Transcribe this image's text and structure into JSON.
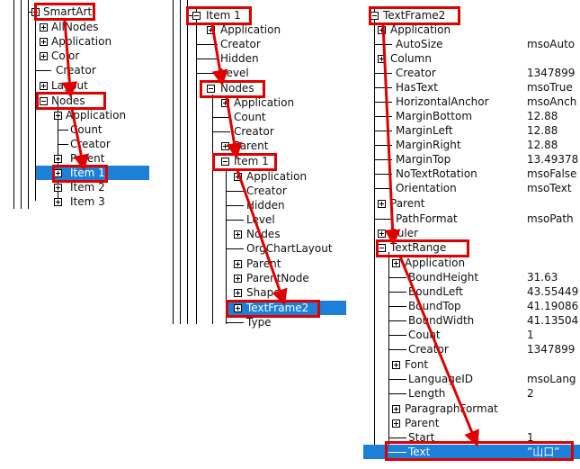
{
  "panel1": {
    "rows": [
      {
        "label": "SmartArt",
        "icon": "minus"
      },
      {
        "label": "AllNodes",
        "icon": "plus"
      },
      {
        "label": "Application",
        "icon": "plus"
      },
      {
        "label": "Color",
        "icon": "plus"
      },
      {
        "label": "Creator",
        "icon": "none"
      },
      {
        "label": "Layout",
        "icon": "plus"
      },
      {
        "label": "Nodes",
        "icon": "minus"
      },
      {
        "label": "Application",
        "icon": "plus"
      },
      {
        "label": "Count",
        "icon": "none"
      },
      {
        "label": "Creator",
        "icon": "none"
      },
      {
        "label": "Parent",
        "icon": "plus"
      },
      {
        "label": "Item 1",
        "icon": "plus"
      },
      {
        "label": "Item 2",
        "icon": "plus"
      },
      {
        "label": "Item 3",
        "icon": "plus"
      }
    ]
  },
  "panel2": {
    "rows": [
      {
        "label": "Item 1",
        "icon": "minus"
      },
      {
        "label": "Application",
        "icon": "plus"
      },
      {
        "label": "Creator",
        "icon": "none"
      },
      {
        "label": "Hidden",
        "icon": "none"
      },
      {
        "label": "Level",
        "icon": "none"
      },
      {
        "label": "Nodes",
        "icon": "minus"
      },
      {
        "label": "Application",
        "icon": "plus"
      },
      {
        "label": "Count",
        "icon": "none"
      },
      {
        "label": "Creator",
        "icon": "none"
      },
      {
        "label": "Parent",
        "icon": "plus"
      },
      {
        "label": "Item 1",
        "icon": "minus"
      },
      {
        "label": "Application",
        "icon": "plus"
      },
      {
        "label": "Creator",
        "icon": "none"
      },
      {
        "label": "Hidden",
        "icon": "none"
      },
      {
        "label": "Level",
        "icon": "none"
      },
      {
        "label": "Nodes",
        "icon": "plus"
      },
      {
        "label": "OrgChartLayout",
        "icon": "none"
      },
      {
        "label": "Parent",
        "icon": "plus"
      },
      {
        "label": "ParentNode",
        "icon": "plus"
      },
      {
        "label": "Shapes",
        "icon": "plus"
      },
      {
        "label": "TextFrame2",
        "icon": "plus"
      },
      {
        "label": "Type",
        "icon": "none"
      }
    ]
  },
  "panel3": {
    "rows": [
      {
        "label": "TextFrame2",
        "icon": "minus",
        "value": ""
      },
      {
        "label": "Application",
        "icon": "plus",
        "value": ""
      },
      {
        "label": "AutoSize",
        "icon": "none",
        "value": "msoAuto"
      },
      {
        "label": "Column",
        "icon": "plus",
        "value": ""
      },
      {
        "label": "Creator",
        "icon": "none",
        "value": "1347899"
      },
      {
        "label": "HasText",
        "icon": "none",
        "value": "msoTrue"
      },
      {
        "label": "HorizontalAnchor",
        "icon": "none",
        "value": "msoAnch"
      },
      {
        "label": "MarginBottom",
        "icon": "none",
        "value": "12.88"
      },
      {
        "label": "MarginLeft",
        "icon": "none",
        "value": "12.88"
      },
      {
        "label": "MarginRight",
        "icon": "none",
        "value": "12.88"
      },
      {
        "label": "MarginTop",
        "icon": "none",
        "value": "13.49378"
      },
      {
        "label": "NoTextRotation",
        "icon": "none",
        "value": "msoFalse"
      },
      {
        "label": "Orientation",
        "icon": "none",
        "value": "msoText"
      },
      {
        "label": "Parent",
        "icon": "plus",
        "value": ""
      },
      {
        "label": "PathFormat",
        "icon": "none",
        "value": "msoPath"
      },
      {
        "label": "Ruler",
        "icon": "plus",
        "value": ""
      },
      {
        "label": "TextRange",
        "icon": "minus",
        "value": ""
      },
      {
        "label": "Application",
        "icon": "plus",
        "value": ""
      },
      {
        "label": "BoundHeight",
        "icon": "none",
        "value": "31.63"
      },
      {
        "label": "BoundLeft",
        "icon": "none",
        "value": "43.55449"
      },
      {
        "label": "BoundTop",
        "icon": "none",
        "value": "41.19086"
      },
      {
        "label": "BoundWidth",
        "icon": "none",
        "value": "41.13504"
      },
      {
        "label": "Count",
        "icon": "none",
        "value": "1"
      },
      {
        "label": "Creator",
        "icon": "none",
        "value": "1347899"
      },
      {
        "label": "Font",
        "icon": "plus",
        "value": ""
      },
      {
        "label": "LanguageID",
        "icon": "none",
        "value": "msoLang"
      },
      {
        "label": "Length",
        "icon": "none",
        "value": "2"
      },
      {
        "label": "ParagraphFormat",
        "icon": "plus",
        "value": ""
      },
      {
        "label": "Parent",
        "icon": "plus",
        "value": ""
      },
      {
        "label": "Start",
        "icon": "none",
        "value": "1"
      },
      {
        "label": "Text",
        "icon": "none",
        "value": "”山口”"
      }
    ]
  },
  "colors": {
    "selection": "#1c7fd8",
    "highlight": "#e00000",
    "tree_line": "#000000"
  }
}
